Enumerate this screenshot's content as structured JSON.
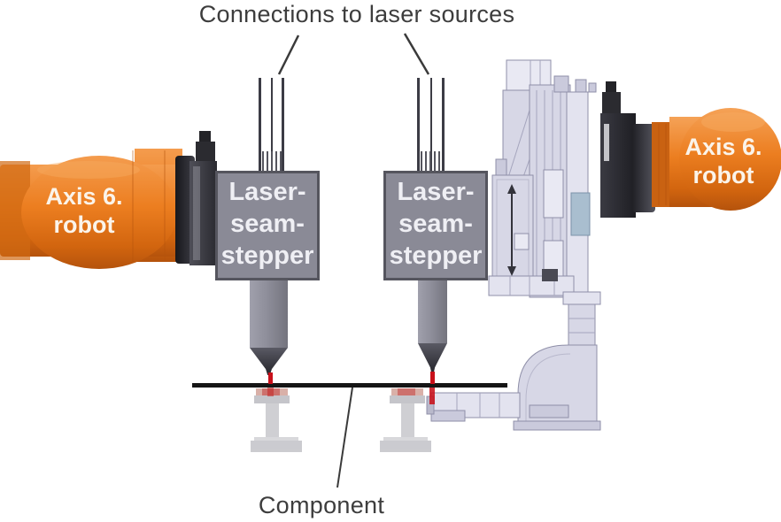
{
  "title": "Connections to laser sources",
  "component_label": "Component",
  "steppers": {
    "label_line1": "Laser-",
    "label_line2": "seam-",
    "label_line3": "stepper"
  },
  "robots": {
    "left_label_line1": "Axis 6.",
    "left_label_line2": "robot",
    "right_label_line1": "Axis 6.",
    "right_label_line2": "robot"
  },
  "colors": {
    "robot_orange": "#EC7E20",
    "stepper_gray": "#8A8A96",
    "machine_lavender": "#D7D7E6",
    "laser_red": "#C8101A",
    "component_line": "#151515",
    "cable_gray": "#3C3C45",
    "caption_text": "#3D3D3D"
  }
}
